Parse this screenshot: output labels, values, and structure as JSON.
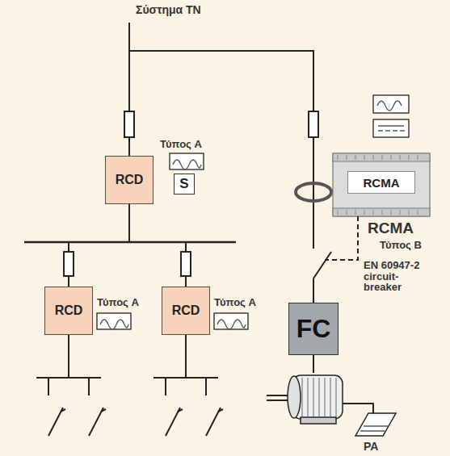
{
  "diagram": {
    "nodes": [
      {
        "text": [
          "RCD"
        ]
      },
      {
        "text": [
          "S"
        ]
      },
      {
        "text": [
          "RCD"
        ]
      },
      {
        "text": [
          "RCD"
        ]
      },
      {
        "text": [
          "RCMA"
        ]
      },
      {
        "text": [
          "FC"
        ]
      }
    ],
    "edges": [
      {
        "from": 0,
        "to": 2,
        "arrow": "none"
      },
      {
        "from": 0,
        "to": 3,
        "arrow": "none"
      }
    ],
    "labels": [
      "Σύστημα TN",
      "Τύπος A",
      "Τύπος A",
      "Τύπος A",
      "RCMA",
      "Τύπος B",
      "EN 60947-2 circuit-breaker",
      "PA"
    ]
  }
}
